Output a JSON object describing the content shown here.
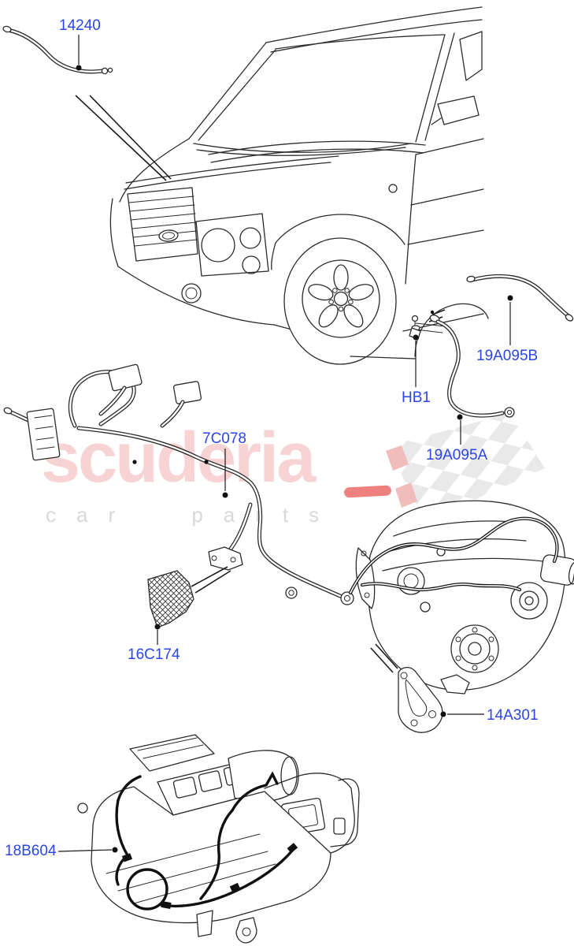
{
  "watermark": {
    "brand": "scuderia",
    "tagline": "car parts",
    "brand_color": "#f7d3d3",
    "tagline_color": "#d9d9d9",
    "flag_gray": "#e9e9e9",
    "flag_red": "#f0bcbc",
    "underline_red": "#ef8080"
  },
  "style": {
    "label_color": "#2a46e8",
    "line_color": "#2b2b2b",
    "background": "#ffffff"
  },
  "callouts": {
    "c14240": {
      "label": "14240"
    },
    "c19a095b": {
      "label": "19A095B"
    },
    "hb1": {
      "label": "HB1"
    },
    "c19a095a": {
      "label": "19A095A"
    },
    "c7c078": {
      "label": "7C078"
    },
    "c16c174": {
      "label": "16C174"
    },
    "c14a301": {
      "label": "14A301"
    },
    "c18b604": {
      "label": "18B604"
    }
  }
}
